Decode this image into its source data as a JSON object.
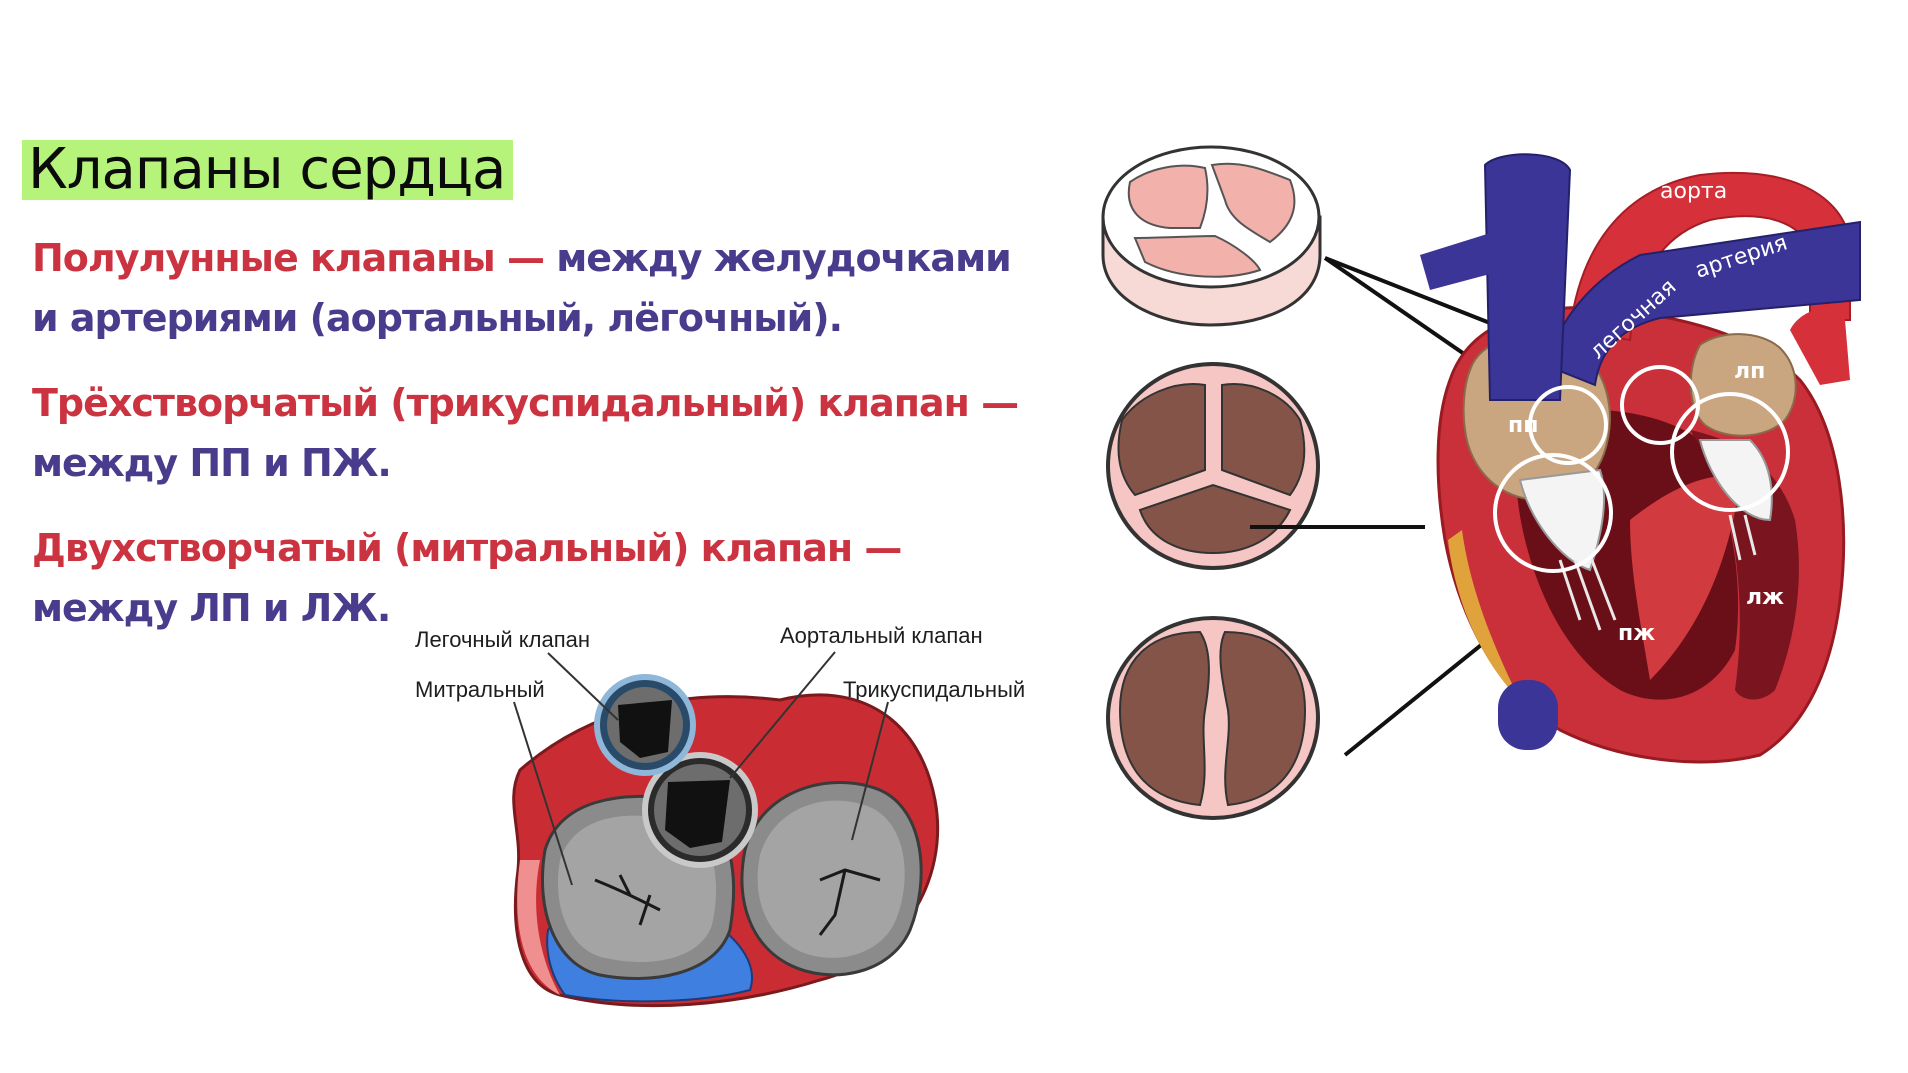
{
  "title": "Клапаны сердца",
  "paragraphs": [
    {
      "red": "Полулунные клапаны —",
      "blue_inline": " между желудочками",
      "blue_line2": "и артериями (аортальный, лёгочный)."
    },
    {
      "red": "Трёхстворчатый (трикуспидальный) клапан —",
      "blue_line2": "между ПП и ПЖ."
    },
    {
      "red": "Двухстворчатый (митральный) клапан —",
      "blue_line2": "между ЛП и ЛЖ."
    }
  ],
  "valve_diagram_labels": {
    "pulmonary": "Легочный клапан",
    "aortic": "Аортальный клапан",
    "mitral": "Митральный",
    "tricuspid": "Трикуспидальный"
  },
  "heart_labels": {
    "aorta": "аорта",
    "pulmonary_1": "легочная",
    "pulmonary_2": "артерия",
    "ra": "пп",
    "la": "лп",
    "rv": "пж",
    "lv": "лж"
  },
  "colors": {
    "highlight": "#b6f37a",
    "red_text": "#cc3340",
    "blue_text": "#4a3c8c",
    "vessel_blue": "#3a3596",
    "heart_red": "#d6303a"
  }
}
